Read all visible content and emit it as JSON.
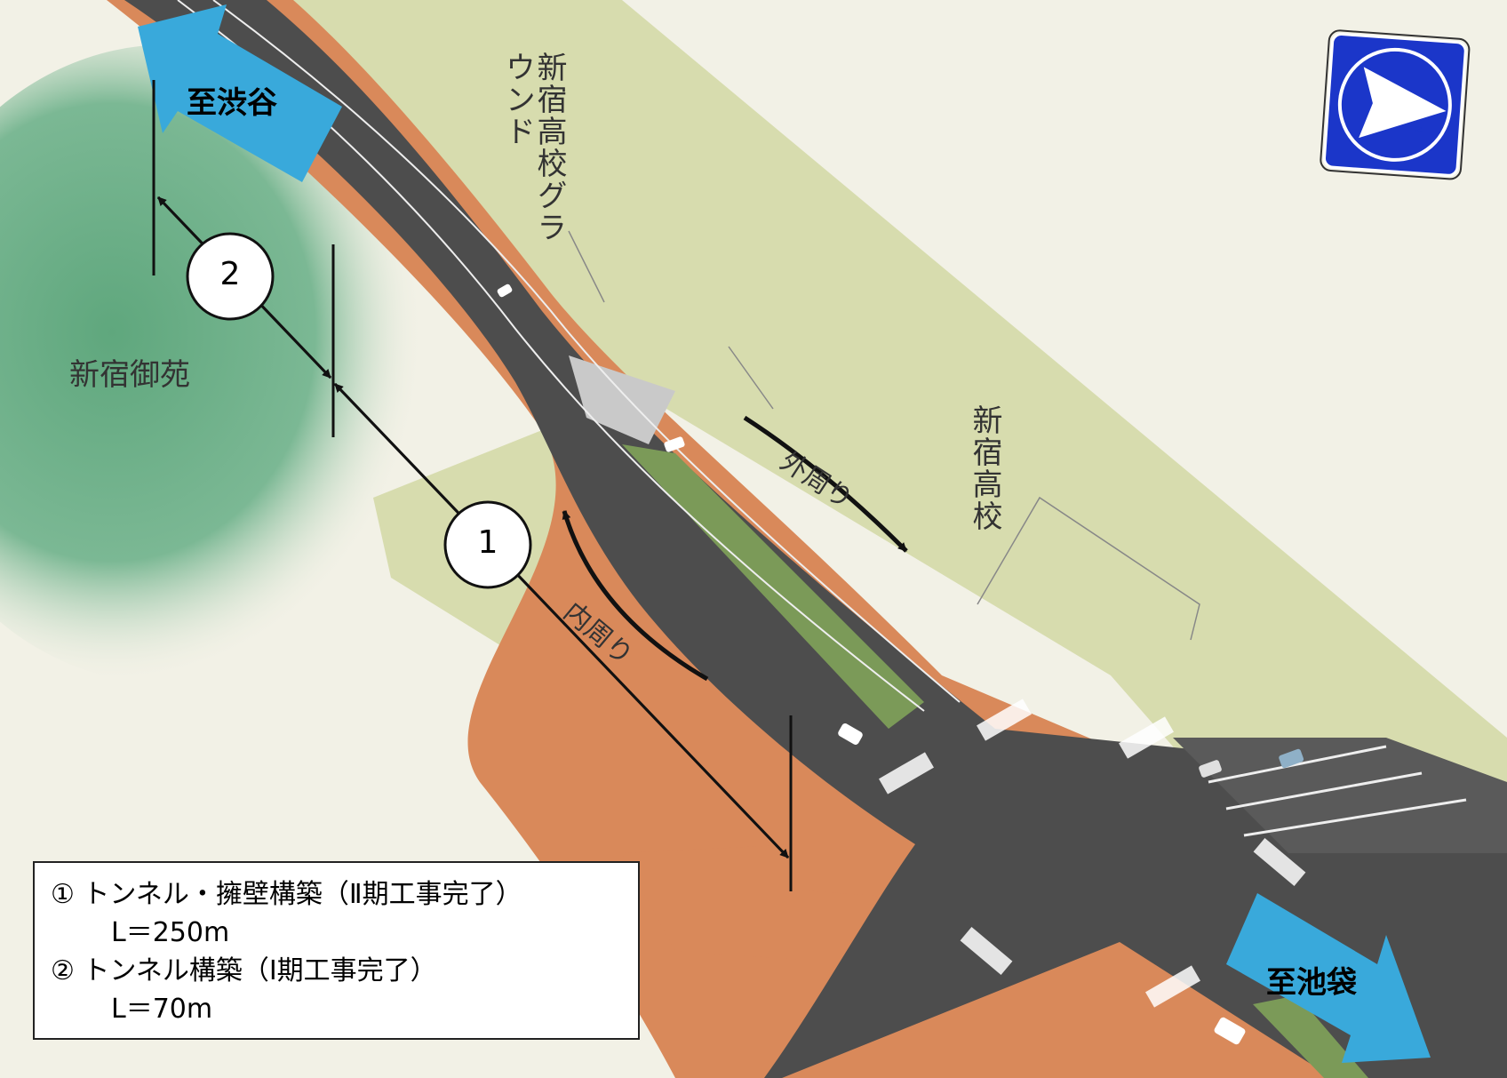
{
  "labels": {
    "shinjuku_gyoen": "新宿御苑",
    "high_school_ground": "新宿高校グラウンド",
    "high_school": "新宿高校",
    "outer_loop": "外周り",
    "inner_loop": "内周り"
  },
  "destinations": {
    "shibuya": "至渋谷",
    "ikebukuro": "至池袋"
  },
  "segment_markers": {
    "one": "1",
    "two": "2"
  },
  "legend": {
    "item1": "① トンネル・擁壁構築（Ⅱ期工事完了）",
    "item1_length": "L＝250m",
    "item2": "② トンネル構築（Ⅰ期工事完了）",
    "item2_length": "L＝70m"
  },
  "colors": {
    "background": "#f2f1e6",
    "park_green": "#5fa77d",
    "ground_area": "#d7dcae",
    "sidewalk": "#d9895a",
    "road": "#4d4d4d",
    "median_green": "#7b9a58",
    "arrow_blue": "#39a9db",
    "north_sign": "#1b36c9"
  },
  "icons": {
    "north_arrow": "compass-north-icon"
  }
}
